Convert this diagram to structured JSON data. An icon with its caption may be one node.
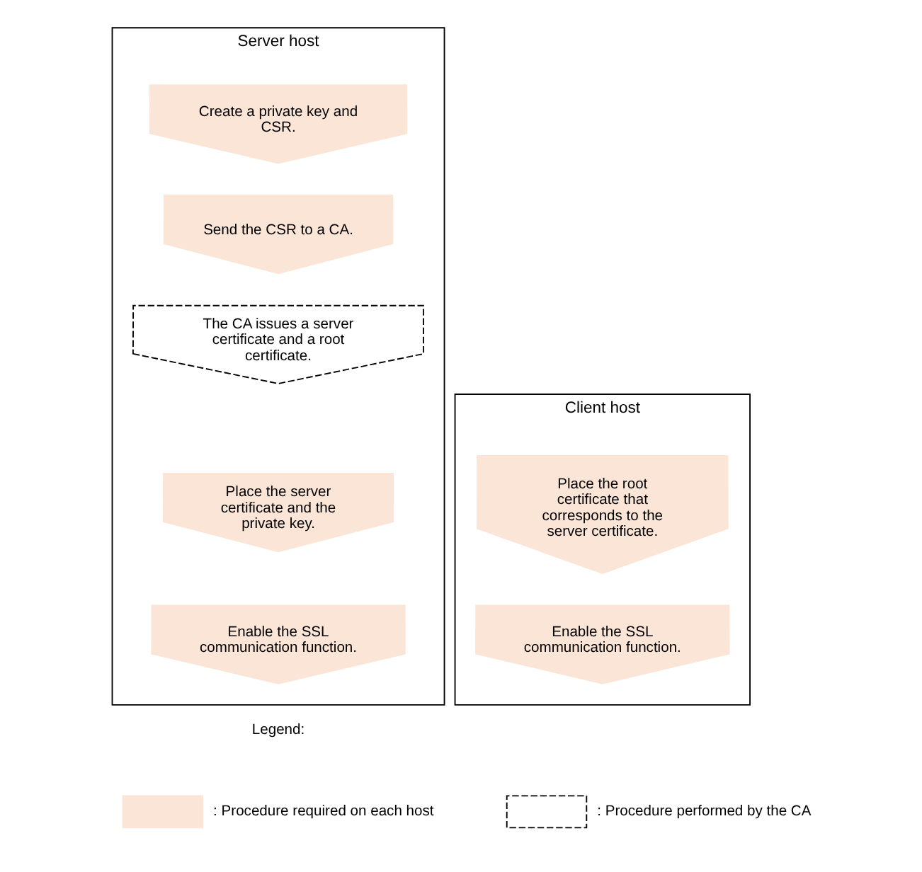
{
  "diagram": {
    "nodes": [
      {
        "text": [
          "Server host"
        ]
      },
      {
        "text": [
          "Create a private key and CSR."
        ],
        "in": 0
      },
      {
        "text": [
          "Send the CSR to a CA."
        ],
        "in": 0
      },
      {
        "text": [
          "The CA issues a server certificate and a root certificate."
        ],
        "in": 0
      },
      {
        "text": [
          "Place the server certificate and the private key."
        ],
        "in": 0
      },
      {
        "text": [
          "Enable the SSL communication function."
        ],
        "in": 0
      },
      {
        "text": [
          "Client host"
        ]
      },
      {
        "text": [
          "Place the root certificate that corresponds to the server certificate."
        ],
        "in": 6
      },
      {
        "text": [
          "Enable the SSL communication function."
        ],
        "in": 6
      }
    ],
    "edges": [],
    "labels": [
      "Legend:"
    ],
    "legend": [
      {
        "text": ": Procedure required on each host"
      },
      {
        "text": ": Procedure performed by the CA"
      }
    ]
  }
}
